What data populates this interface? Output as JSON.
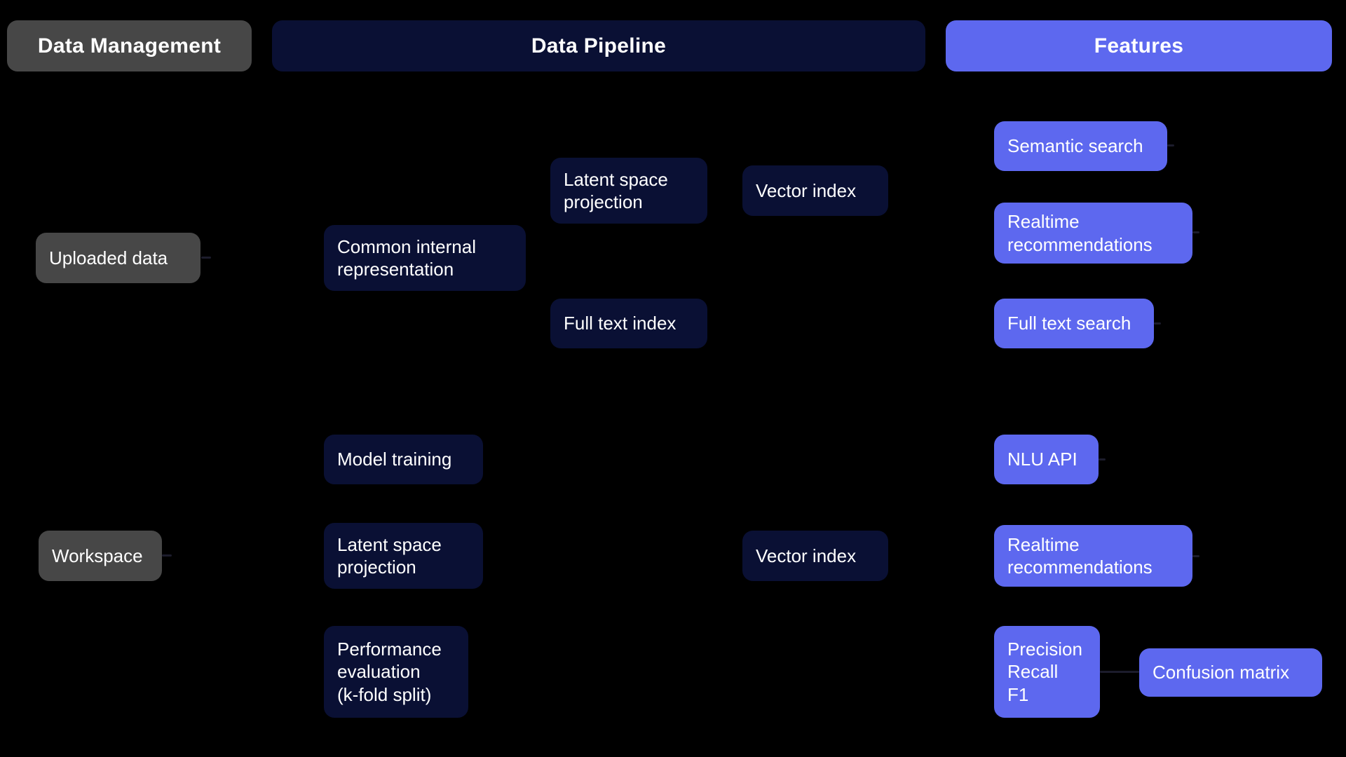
{
  "diagram": {
    "colors": {
      "background": "#000000",
      "gray": "#474747",
      "navy": "#0a1034",
      "purple": "#5d68ef",
      "text": "#ffffff"
    },
    "headers": [
      {
        "id": "data-management",
        "label": "Data Management",
        "color": "gray"
      },
      {
        "id": "data-pipeline",
        "label": "Data Pipeline",
        "color": "navy"
      },
      {
        "id": "features",
        "label": "Features",
        "color": "purple"
      }
    ],
    "nodes": [
      {
        "id": "uploaded-data",
        "label": "Uploaded data",
        "color": "gray"
      },
      {
        "id": "common-internal-representation",
        "label": "Common internal\nrepresentation",
        "color": "navy"
      },
      {
        "id": "latent-space-projection-top",
        "label": "Latent space\nprojection",
        "color": "navy"
      },
      {
        "id": "vector-index-top",
        "label": "Vector index",
        "color": "navy"
      },
      {
        "id": "full-text-index",
        "label": "Full text index",
        "color": "navy"
      },
      {
        "id": "semantic-search",
        "label": "Semantic search",
        "color": "purple"
      },
      {
        "id": "realtime-recommendations-top",
        "label": "Realtime\nrecommendations",
        "color": "purple"
      },
      {
        "id": "full-text-search",
        "label": "Full text search",
        "color": "purple"
      },
      {
        "id": "model-training",
        "label": "Model training",
        "color": "navy"
      },
      {
        "id": "workspace",
        "label": "Workspace",
        "color": "gray"
      },
      {
        "id": "latent-space-projection-bottom",
        "label": "Latent space\nprojection",
        "color": "navy"
      },
      {
        "id": "vector-index-bottom",
        "label": "Vector index",
        "color": "navy"
      },
      {
        "id": "nlu-api",
        "label": "NLU API",
        "color": "purple"
      },
      {
        "id": "realtime-recommendations-bottom",
        "label": "Realtime\nrecommendations",
        "color": "purple"
      },
      {
        "id": "performance-evaluation",
        "label": "Performance\nevaluation\n(k-fold split)",
        "color": "navy"
      },
      {
        "id": "precision-recall-f1",
        "label": "Precision\nRecall\nF1",
        "color": "purple"
      },
      {
        "id": "confusion-matrix",
        "label": "Confusion matrix",
        "color": "purple"
      }
    ]
  }
}
